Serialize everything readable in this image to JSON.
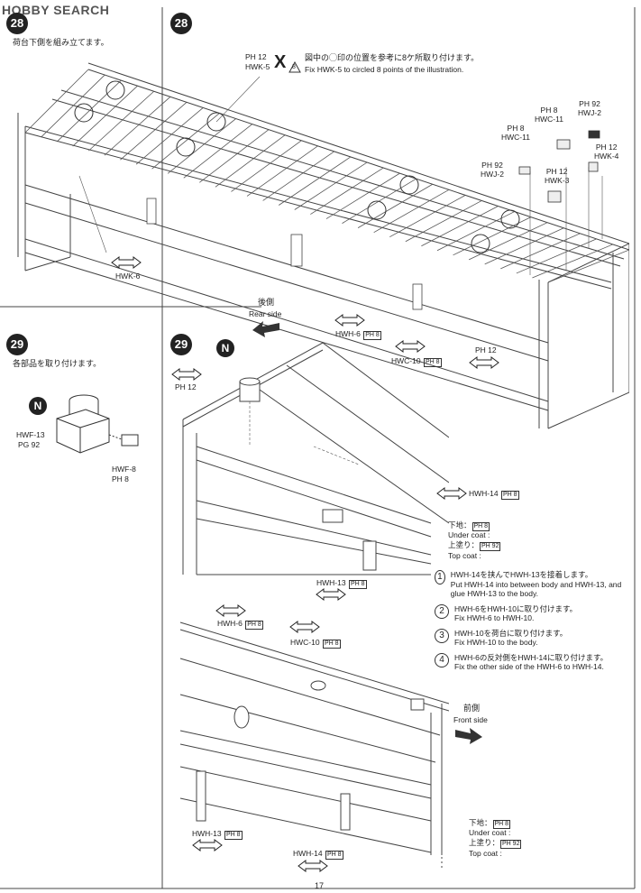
{
  "watermark": {
    "text": "HOBBY SEARCH",
    "logo_mark": "@"
  },
  "steps": {
    "s28_left": {
      "num": "28",
      "title_jp": "荷台下側を組み立てます。"
    },
    "s28_main": {
      "num": "28"
    },
    "s29_left": {
      "num": "29",
      "title_jp": "各部品を取り付けます。"
    },
    "s29_main": {
      "num": "29"
    }
  },
  "s28": {
    "note_part": "HWK-5",
    "note_ref": "PH 12",
    "note_x": "X",
    "note_count": "8",
    "note_jp": "図中の◯印の位置を参考に8ケ所取り付けます。",
    "note_en": "Fix HWK-5 to circled 8 points of the illustration.",
    "parts": [
      {
        "ref": "PH 8",
        "name": "HWC-11"
      },
      {
        "ref": "PH 92",
        "name": "HWJ-2"
      },
      {
        "ref": "PH 8",
        "name": "HWC-11"
      },
      {
        "ref": "PH 12",
        "name": "HWK-4"
      },
      {
        "ref": "PH 92",
        "name": "HWJ-2"
      },
      {
        "ref": "PH 12",
        "name": "HWK-3"
      }
    ],
    "hwk6": "HWK-6",
    "ph12": "PH 12"
  },
  "s29_left_parts": {
    "n": "N",
    "hwf13": "HWF-13",
    "hwf13_ref": "PG 92",
    "hwf8": "HWF-8",
    "hwf8_ref": "PH 8"
  },
  "s29_main": {
    "rear_jp": "後側",
    "rear_en": "Rear side",
    "n": "N",
    "hwh6": "HWH-6",
    "hwh6_ref": "PH 8",
    "hwc10": "HWC-10",
    "hwc10_ref": "PH 8",
    "ph12": "PH 12",
    "hwh14": "HWH-14",
    "hwh14_ref": "PH 8",
    "undercoat_jp": "下地：",
    "undercoat_ref": "PH 8",
    "undercoat_en": "Under coat :",
    "topcoat_jp": "上塗り：",
    "topcoat_ref": "PH 92",
    "topcoat_en": "Top coat :",
    "hwh13": "HWH-13",
    "hwh13_ref": "PH 8"
  },
  "instructions": [
    {
      "num": "1",
      "jp": "HWH-14を挟んでHWH-13を接着します。",
      "en": "Put HWH-14  into between body and HWH-13, and glue HWH-13 to the body."
    },
    {
      "num": "2",
      "jp": "HWH-6をHWH-10に取り付けます。",
      "en": "Fix HWH-6 to HWH-10."
    },
    {
      "num": "3",
      "jp": "HWH-10を荷台に取り付けます。",
      "en": "Fix HWH-10 to the body."
    },
    {
      "num": "4",
      "jp": "HWH-6の反対側をHWH-14に取り付けます。",
      "en": "Fix the other side of the HWH-6 to HWH-14."
    }
  ],
  "lower": {
    "hwh6": "HWH-6",
    "hwh6_ref": "PH 8",
    "hwc10": "HWC-10",
    "hwc10_ref": "PH 8",
    "front_jp": "前側",
    "front_en": "Front side",
    "hwh13": "HWH-13",
    "hwh13_ref": "PH 8",
    "hwh14": "HWH-14",
    "hwh14_ref": "PH 8",
    "undercoat_jp": "下地：",
    "undercoat_ref": "PH 8",
    "undercoat_en": "Under coat :",
    "topcoat_jp": "上塗り：",
    "topcoat_ref": "PH 92",
    "topcoat_en": "Top coat :"
  },
  "page_number": "17"
}
